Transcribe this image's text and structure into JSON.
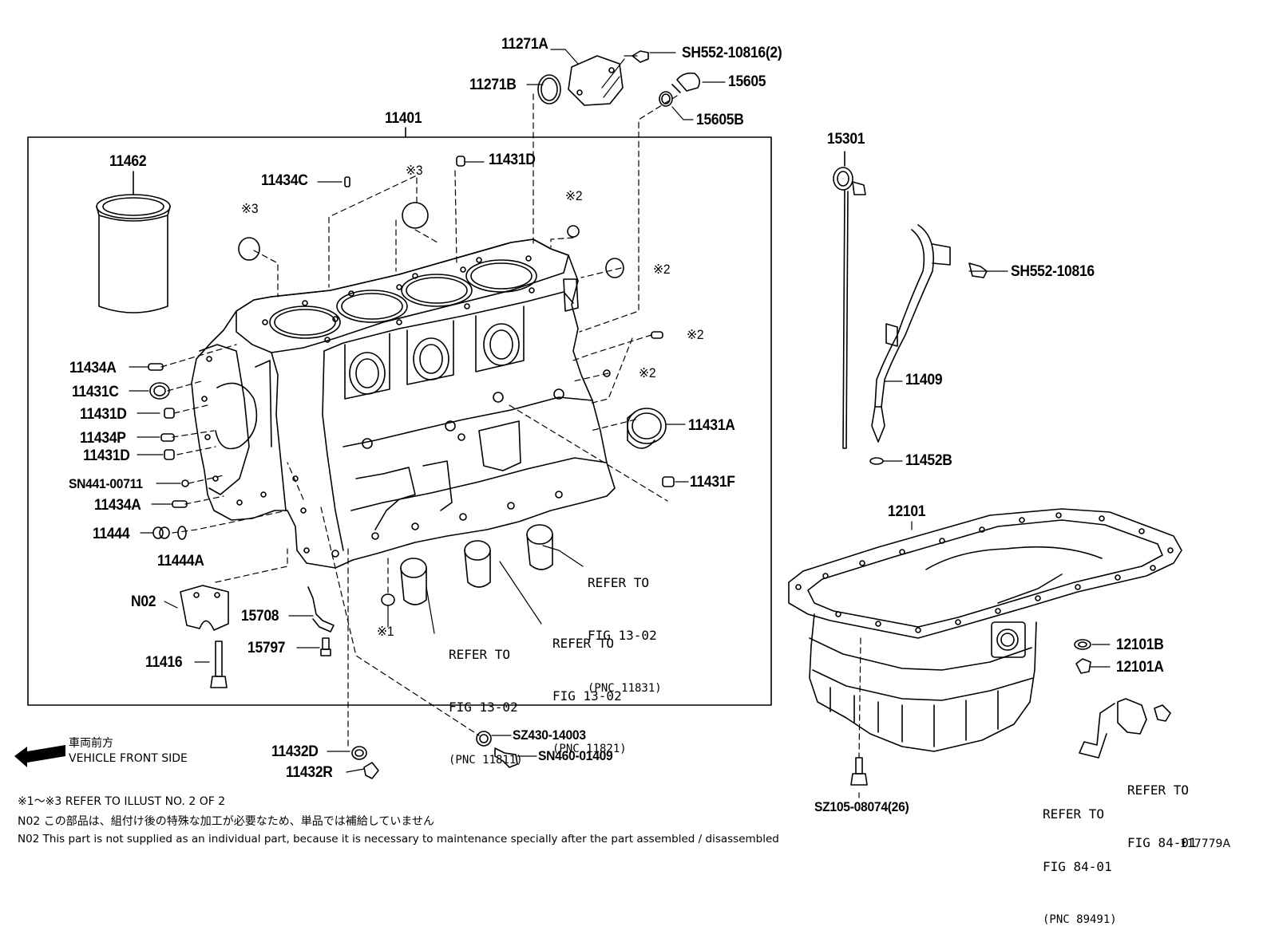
{
  "labels": {
    "l11271A": "11271A",
    "lSH552_2": "SH552-10816(2)",
    "l11271B": "11271B",
    "l15605": "15605",
    "l15605B": "15605B",
    "l11401": "11401",
    "l15301": "15301",
    "l11462": "11462",
    "l11431D_top": "11431D",
    "l11434C": "11434C",
    "m3a": "※3",
    "m3b": "※3",
    "m2a": "※2",
    "m2b": "※2",
    "m2c": "※2",
    "m2d": "※2",
    "m1": "※1",
    "lSH552": "SH552-10816",
    "l11409": "11409",
    "l11452B": "11452B",
    "l11434A_1": "11434A",
    "l11431C": "11431C",
    "l11431D_1": "11431D",
    "l11434P": "11434P",
    "l11431D_2": "11431D",
    "lSN441": "SN441-00711",
    "l11434A_2": "11434A",
    "l11444": "11444",
    "l11444A": "11444A",
    "l11431A": "11431A",
    "l11431F": "11431F",
    "l12101": "12101",
    "lN02": "N02",
    "l15708": "15708",
    "l15797": "15797",
    "l11416": "11416",
    "l12101B": "12101B",
    "l12101A": "12101A",
    "l11432D": "11432D",
    "l11432R": "11432R",
    "lSZ430": "SZ430-14003",
    "lSN460": "SN460-01409",
    "lSZ105": "SZ105-08074(26)"
  },
  "refs": {
    "r11831": {
      "l1": "REFER TO",
      "l2": "FIG 13-02",
      "l3": "(PNC 11831)"
    },
    "r11821": {
      "l1": "REFER TO",
      "l2": "FIG 13-02",
      "l3": "(PNC 11821)"
    },
    "r11811": {
      "l1": "REFER TO",
      "l2": "FIG 13-02",
      "l3": "(PNC 11811)"
    },
    "r89491": {
      "l1": "REFER TO",
      "l2": "FIG 84-01",
      "l3": "(PNC 89491)"
    },
    "r8401": {
      "l1": "REFER TO",
      "l2": "FIG 84-01"
    }
  },
  "front": {
    "jp": "車両前方",
    "en": "VEHICLE FRONT SIDE"
  },
  "notes": {
    "n1": "※1～※3  REFER TO ILLUST NO. 2 OF 2",
    "n2": "N02  この部品は、組付け後の特殊な加工が必要なため、単品では補給していません",
    "n3": "N02  This part is not supplied as an individual part, because it is necessary to maintenance specially after the part assembled / disassembled"
  },
  "illustration_number": "117779A"
}
